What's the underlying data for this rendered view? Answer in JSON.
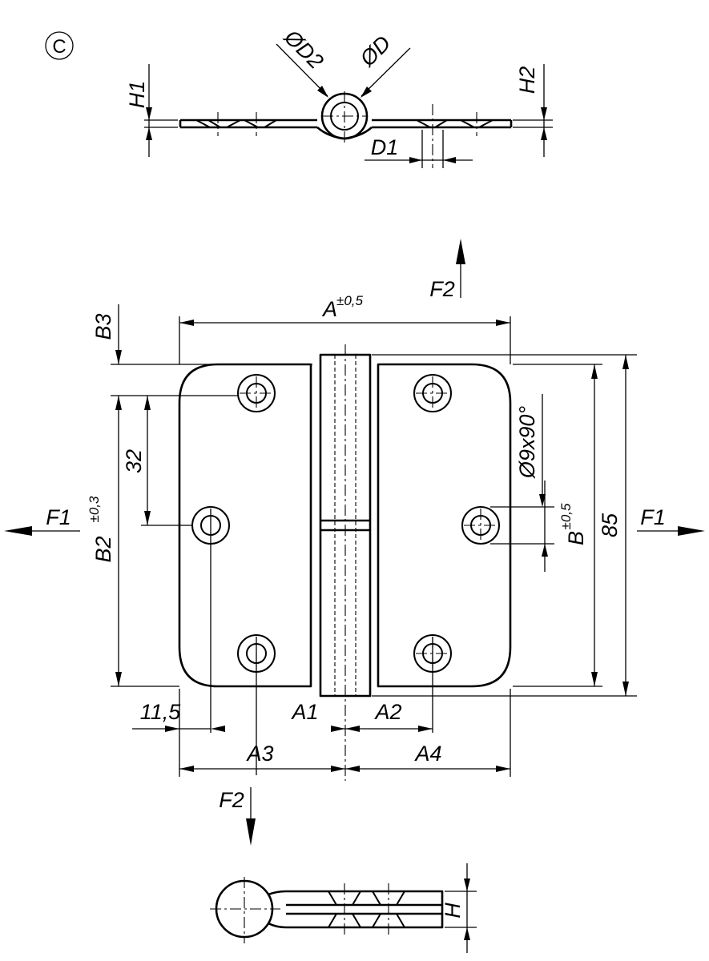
{
  "labels": {
    "material_mark": "C",
    "dia_d2": "ØD2",
    "dia_d": "ØD",
    "h1": "H1",
    "h2": "H2",
    "d1": "D1",
    "f2_top": "F2",
    "a": "A",
    "a_tol": "±0,5",
    "b3": "B3",
    "b2": "B2",
    "b2_tol": "±0,3",
    "dim_32": "32",
    "f1_left": "F1",
    "f1_right": "F1",
    "countersink": "Ø9x90°",
    "b": "B",
    "b_tol": "±0,5",
    "dim_85": "85",
    "dim_11_5": "11,5",
    "a1": "A1",
    "a2": "A2",
    "a3": "A3",
    "a4": "A4",
    "f2_bottom": "F2",
    "h": "H"
  }
}
